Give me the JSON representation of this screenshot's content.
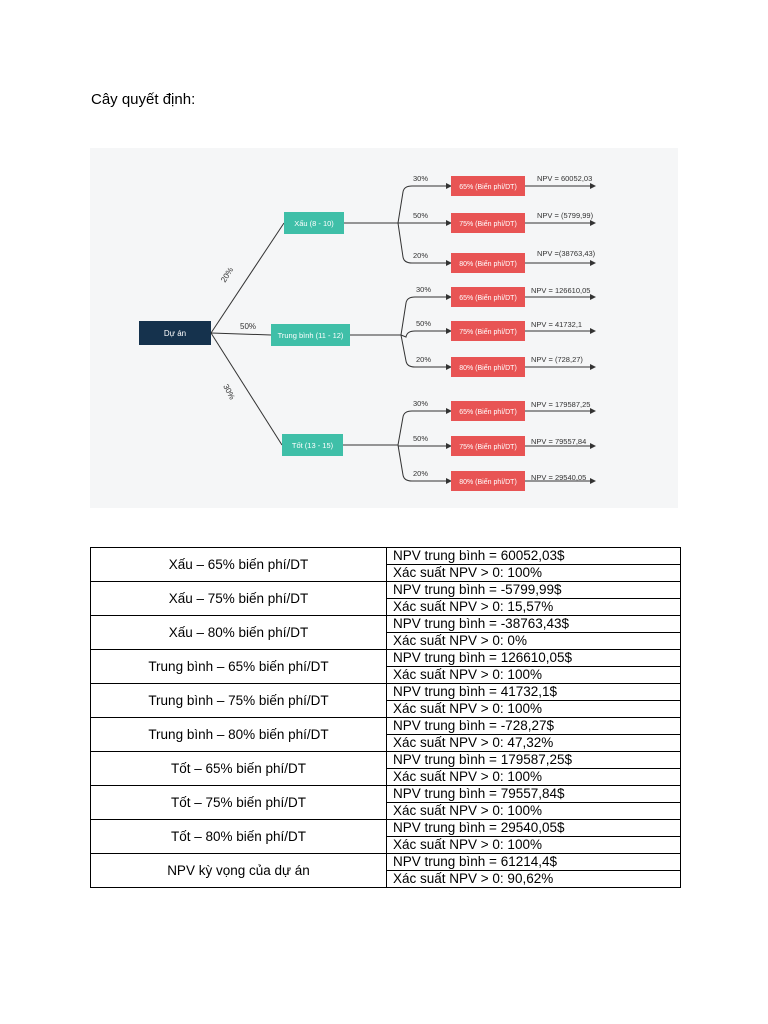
{
  "heading": "Cây quyết định:",
  "tree": {
    "root": "Dự án",
    "level1": [
      {
        "label": "Xấu (8 - 10)",
        "prob": "20%"
      },
      {
        "label": "Trung bình (11 - 12)",
        "prob": "50%"
      },
      {
        "label": "Tốt (13 - 15)",
        "prob": "30%"
      }
    ],
    "leaf_probs": [
      "30%",
      "50%",
      "20%"
    ],
    "leaf_labels": [
      "65% (Biến phí/DT)",
      "75% (Biến phí/DT)",
      "80% (Biến phí/DT)"
    ],
    "npv": [
      [
        "NPV = 60052,03",
        "NPV = (5799,99)",
        "NPV =(38763,43)"
      ],
      [
        "NPV = 126610,05",
        "NPV = 41732,1",
        "NPV = (728,27)"
      ],
      [
        "NPV = 179587,25",
        "NPV = 79557,84",
        "NPV = 29540,05"
      ]
    ],
    "colors": {
      "root": "#15324d",
      "mid": "#3fbfa8",
      "leaf": "#e85454",
      "line": "#333333"
    }
  },
  "table": [
    {
      "scenario": "Xấu – 65% biến phí/DT",
      "npv": "NPV trung bình = 60052,03$",
      "prob": "Xác suất NPV > 0: 100%"
    },
    {
      "scenario": "Xấu – 75% biến phí/DT",
      "npv": "NPV trung bình = -5799,99$",
      "prob": "Xác suất NPV > 0: 15,57%"
    },
    {
      "scenario": "Xấu – 80% biến phí/DT",
      "npv": "NPV trung bình = -38763,43$",
      "prob": "Xác suất NPV > 0: 0%"
    },
    {
      "scenario": "Trung bình – 65% biến phí/DT",
      "npv": "NPV trung bình = 126610,05$",
      "prob": "Xác suất NPV > 0: 100%"
    },
    {
      "scenario": "Trung bình – 75% biến phí/DT",
      "npv": "NPV trung bình = 41732,1$",
      "prob": "Xác suất NPV > 0: 100%"
    },
    {
      "scenario": "Trung bình – 80% biến phí/DT",
      "npv": "NPV trung bình = -728,27$",
      "prob": "Xác suất NPV > 0: 47,32%"
    },
    {
      "scenario": "Tốt – 65% biến phí/DT",
      "npv": "NPV trung bình = 179587,25$",
      "prob": "Xác suất NPV > 0: 100%"
    },
    {
      "scenario": "Tốt – 75% biến phí/DT",
      "npv": "NPV trung bình = 79557,84$",
      "prob": "Xác suất NPV > 0: 100%"
    },
    {
      "scenario": "Tốt – 80% biến phí/DT",
      "npv": "NPV trung bình = 29540,05$",
      "prob": "Xác suất NPV > 0: 100%"
    },
    {
      "scenario": "NPV kỳ vọng của dự án",
      "npv": "NPV trung bình = 61214,4$",
      "prob": "Xác suất NPV > 0: 90,62%"
    }
  ]
}
